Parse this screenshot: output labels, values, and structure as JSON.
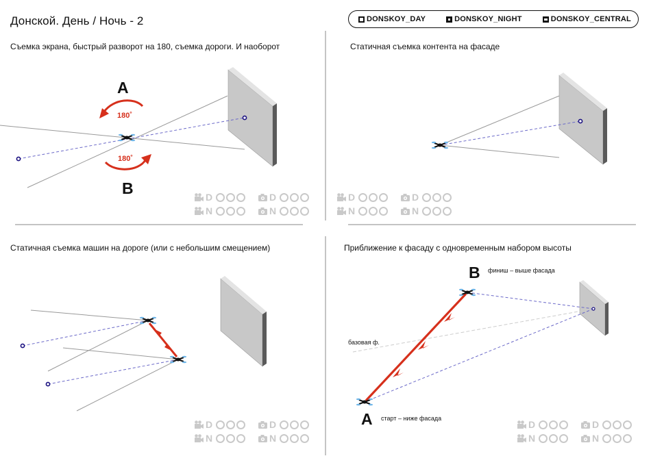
{
  "title": "Донской.  День / Ночь - 2",
  "chips": [
    {
      "icon": "day-icon",
      "label": "DONSKOY_DAY"
    },
    {
      "icon": "night-icon",
      "label": "DONSKOY_NIGHT"
    },
    {
      "icon": "central-icon",
      "label": "DONSKOY_CENTRAL"
    }
  ],
  "panels": [
    {
      "caption": "Съемка экрана, быстрый разворот на 180, съемка дороги. И наоборот",
      "label_a": "A",
      "label_b": "B",
      "angle_top": "180˚",
      "angle_bottom": "180˚"
    },
    {
      "caption": "Статичная съемка контента на фасаде"
    },
    {
      "caption": "Статичная съемка машин на дороге (или с небольшим смещением)"
    },
    {
      "caption": "Приближение к фасаду с одновременным набором высоты",
      "label_a": "A",
      "label_b": "B",
      "start_note": "старт – ниже фасада",
      "finish_note": "финиш – выше фасада",
      "base_note": "базовая ф."
    }
  ],
  "status": {
    "day": "D",
    "night": "N",
    "video_icon": "video-camera-icon",
    "photo_icon": "photo-camera-icon"
  },
  "colors": {
    "arrow_red": "#d6301c",
    "target_blue": "#1a1080",
    "dashed_blue": "#6a68c8",
    "facade_face": "#c8c8c8",
    "facade_side": "#5a5a5a",
    "status_gray": "#c9c9c9"
  }
}
